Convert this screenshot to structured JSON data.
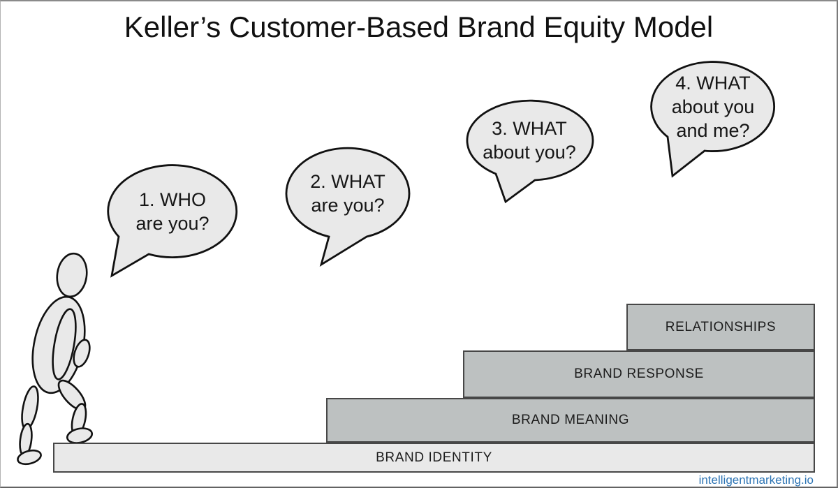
{
  "title": "Keller’s Customer-Based Brand Equity Model",
  "bubbles": [
    {
      "number": 1,
      "lines": [
        "1. WHO",
        "are you?"
      ]
    },
    {
      "number": 2,
      "lines": [
        "2. WHAT",
        "are you?"
      ]
    },
    {
      "number": 3,
      "lines": [
        "3. WHAT",
        "about you?"
      ]
    },
    {
      "number": 4,
      "lines": [
        "4. WHAT",
        "about you",
        "and me?"
      ]
    }
  ],
  "steps": [
    {
      "label": "BRAND IDENTITY"
    },
    {
      "label": "BRAND MEANING"
    },
    {
      "label": "BRAND RESPONSE"
    },
    {
      "label": "RELATIONSHIPS"
    }
  ],
  "watermark": "intelligentmarketing.io",
  "icons": {
    "figure": "person-climbing-stairs-illustration",
    "bubble": "speech-bubble-shape"
  },
  "colors": {
    "background": "#ffffff",
    "step_light_fill": "#e9e9e9",
    "step_dark_fill": "#bdc1c1",
    "step_border": "#474747",
    "bubble_fill": "#e9e9e9",
    "outline": "#111111",
    "text": "#161616",
    "watermark_blue": "#2d74b4"
  }
}
